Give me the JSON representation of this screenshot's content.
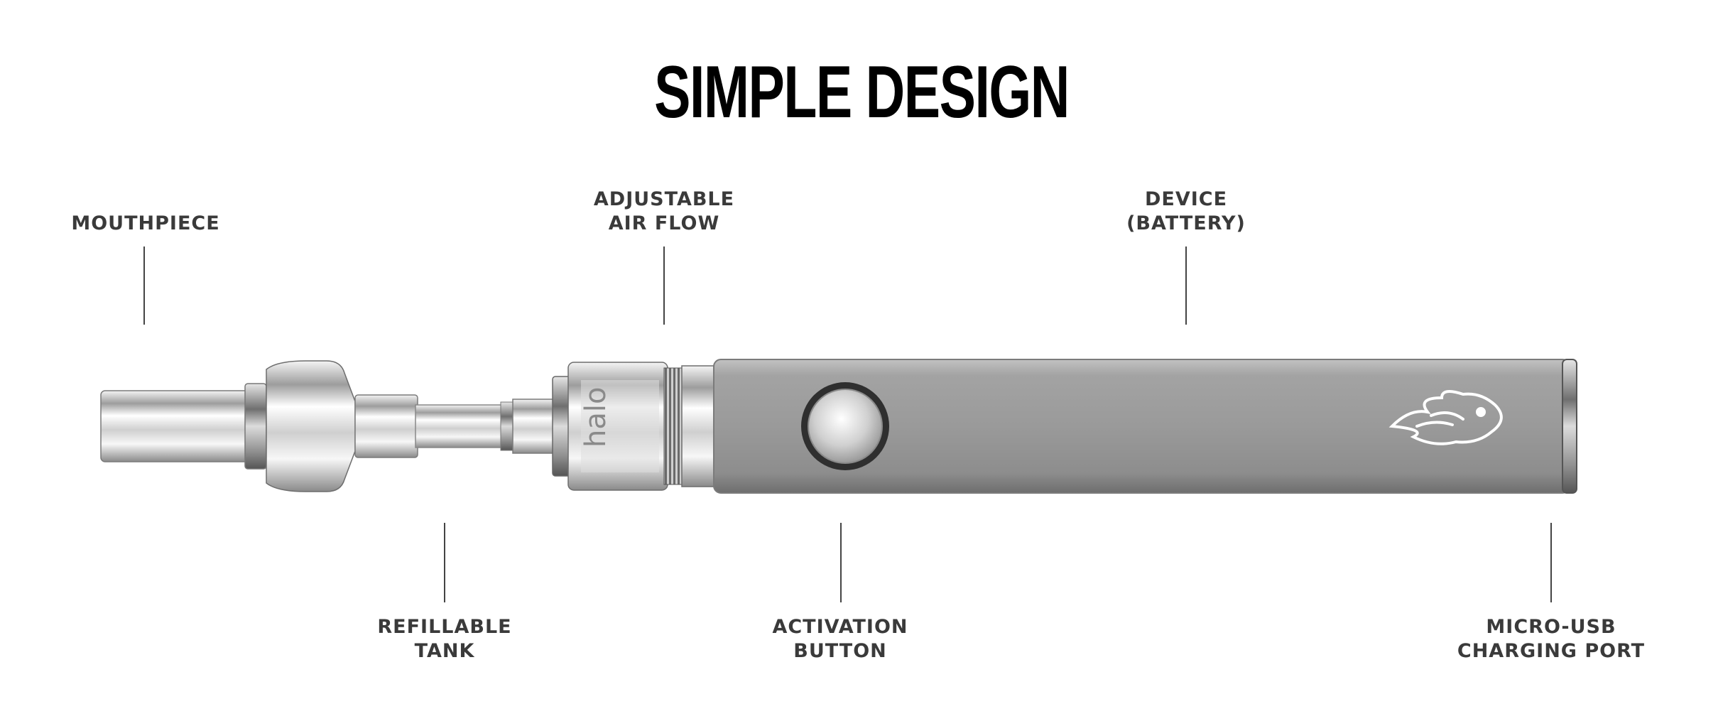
{
  "title": "SIMPLE DESIGN",
  "brand_marking": "halo",
  "callouts": {
    "mouthpiece": {
      "lines": [
        "MOUTHPIECE"
      ]
    },
    "adjustable_air_flow": {
      "lines": [
        "ADJUSTABLE",
        "AIR FLOW"
      ]
    },
    "device_battery": {
      "lines": [
        "DEVICE",
        "(BATTERY)"
      ]
    },
    "refillable_tank": {
      "lines": [
        "REFILLABLE",
        "TANK"
      ]
    },
    "activation_button": {
      "lines": [
        "ACTIVATION",
        "BUTTON"
      ]
    },
    "micro_usb_port": {
      "lines": [
        "MICRO-USB",
        "CHARGING PORT"
      ]
    }
  },
  "colors": {
    "background": "#ffffff",
    "title": "#000000",
    "label": "#3a3a3a",
    "battery": "#9a9a9a",
    "chrome": "#d8d8d8"
  },
  "icons": {
    "logo": "flame-creature-icon"
  }
}
